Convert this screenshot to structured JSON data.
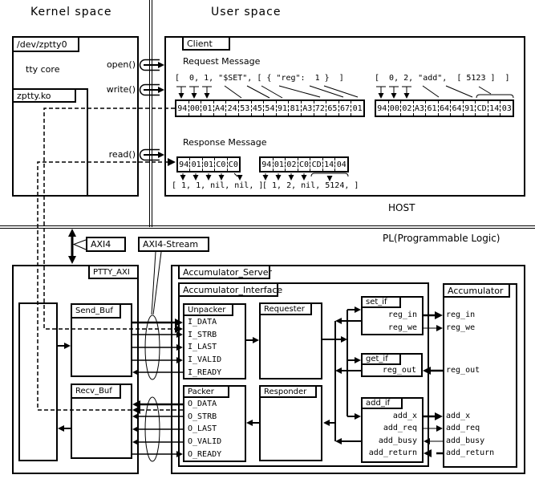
{
  "titles": {
    "kernel_space": "Kernel space",
    "user_space": "User space",
    "host": "HOST",
    "pl": "PL(Programmable Logic)"
  },
  "kernel": {
    "device_label": "/dev/zptty0",
    "tty_core_label": "tty core",
    "driver_label": "zptty.ko",
    "syscalls": {
      "open": "open()",
      "write": "write()",
      "read": "read()"
    }
  },
  "client": {
    "label": "Client",
    "request": {
      "heading": "Request Message",
      "message1": {
        "text": "[  0, 1, \"$SET\", [ { \"reg\":  1 }  ]",
        "bytes": [
          "94",
          "00",
          "01",
          "A4",
          "24",
          "53",
          "45",
          "54",
          "91",
          "81",
          "A3",
          "72",
          "65",
          "67",
          "01"
        ]
      },
      "message2": {
        "text": "[  0, 2, \"add\",  [ 5123 ]  ]",
        "bytes": [
          "94",
          "00",
          "02",
          "A3",
          "61",
          "64",
          "64",
          "91",
          "CD",
          "14",
          "03"
        ]
      }
    },
    "response": {
      "heading": "Response Message",
      "message1": {
        "bytes": [
          "94",
          "01",
          "01",
          "C0",
          "C0"
        ],
        "text": "[ 1, 1, nil, nil, ]"
      },
      "message2": {
        "bytes": [
          "94",
          "01",
          "02",
          "C0",
          "CD",
          "14",
          "04"
        ],
        "text": "[ 1, 2, nil, 5124, ]"
      }
    }
  },
  "interconnect": {
    "axi4": "AXI4",
    "axi4_stream": "AXI4-Stream"
  },
  "ptty_axi": {
    "label": "PTTY_AXI",
    "send_buf": "Send_Buf",
    "recv_buf": "Recv_Buf"
  },
  "server": {
    "label": "Accumulator_Server",
    "interface": {
      "label": "Accumulator_Interface",
      "unpacker": {
        "label": "Unpacker",
        "signals": [
          "I_DATA",
          "I_STRB",
          "I_LAST",
          "I_VALID",
          "I_READY"
        ]
      },
      "requester": {
        "label": "Requester"
      },
      "packer": {
        "label": "Packer",
        "signals": [
          "O_DATA",
          "O_STRB",
          "O_LAST",
          "O_VALID",
          "O_READY"
        ]
      },
      "responder": {
        "label": "Responder"
      },
      "set_if": {
        "label": "set_if",
        "signals": [
          "reg_in",
          "reg_we"
        ]
      },
      "get_if": {
        "label": "get_if",
        "signals": [
          "reg_out"
        ]
      },
      "add_if": {
        "label": "add_if",
        "signals": [
          "add_x",
          "add_req",
          "add_busy",
          "add_return"
        ]
      }
    },
    "accumulator": {
      "label": "Accumulator",
      "signals": [
        "reg_in",
        "reg_we",
        "reg_out",
        "add_x",
        "add_req",
        "add_busy",
        "add_return"
      ]
    }
  }
}
